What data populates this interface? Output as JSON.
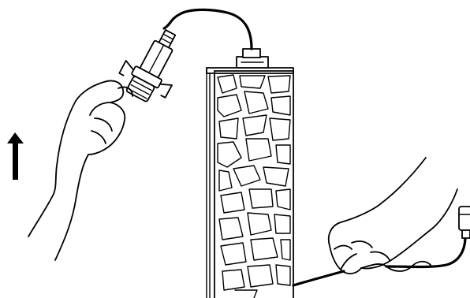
{
  "diagram": {
    "kind": "instruction-illustration",
    "direction_hint": "up",
    "colors": {
      "ink": "#000000",
      "background": "#ffffff"
    },
    "parts": [
      {
        "id": "stone-lamp-column",
        "icon": "stone-mosaic-column"
      },
      {
        "id": "bulb-socket",
        "icon": "bulb-holder-with-clips"
      },
      {
        "id": "power-cable",
        "icon": "cable"
      },
      {
        "id": "power-plug",
        "icon": "plug-adapter"
      },
      {
        "id": "lifting-hand",
        "icon": "hand"
      },
      {
        "id": "pulling-hand",
        "icon": "hand"
      },
      {
        "id": "up-arrow",
        "icon": "arrow-up"
      }
    ]
  }
}
